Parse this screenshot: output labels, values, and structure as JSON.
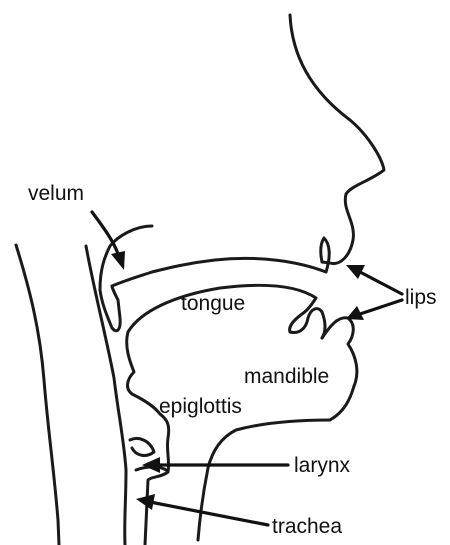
{
  "labels": {
    "velum": "velum",
    "tongue": "tongue",
    "lips": "lips",
    "mandible": "mandible",
    "epiglottis": "epiglottis",
    "larynx": "larynx",
    "trachea": "trachea"
  },
  "colors": {
    "ink": "#1a1a1a",
    "background": "#ffffff"
  }
}
